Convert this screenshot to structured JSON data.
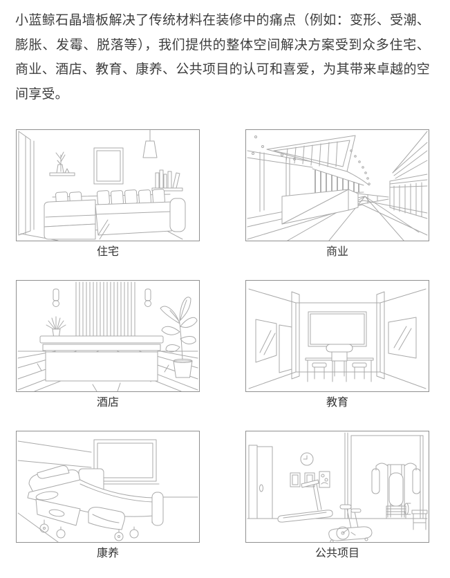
{
  "intro": {
    "text": "小蓝鲸石晶墙板解决了传统材料在装修中的痛点（例如：变形、受潮、膨胀、发霉、脱落等），我们提供的整体空间解决方案受到众多住宅、商业、酒店、教育、康养、公共项目的认可和喜爱，为其带来卓越的空间享受。"
  },
  "categories": [
    {
      "label": "住宅",
      "illustration": "living-room-line-drawing"
    },
    {
      "label": "商业",
      "illustration": "shopping-mall-line-drawing"
    },
    {
      "label": "酒店",
      "illustration": "hotel-reception-line-drawing"
    },
    {
      "label": "教育",
      "illustration": "classroom-line-drawing"
    },
    {
      "label": "康养",
      "illustration": "care-bed-line-drawing"
    },
    {
      "label": "公共项目",
      "illustration": "gym-line-drawing"
    }
  ],
  "colors": {
    "text": "#3c3c3c",
    "frame_border": "#8f8f8f",
    "line_art": "#a9a9a9",
    "background": "#ffffff"
  }
}
